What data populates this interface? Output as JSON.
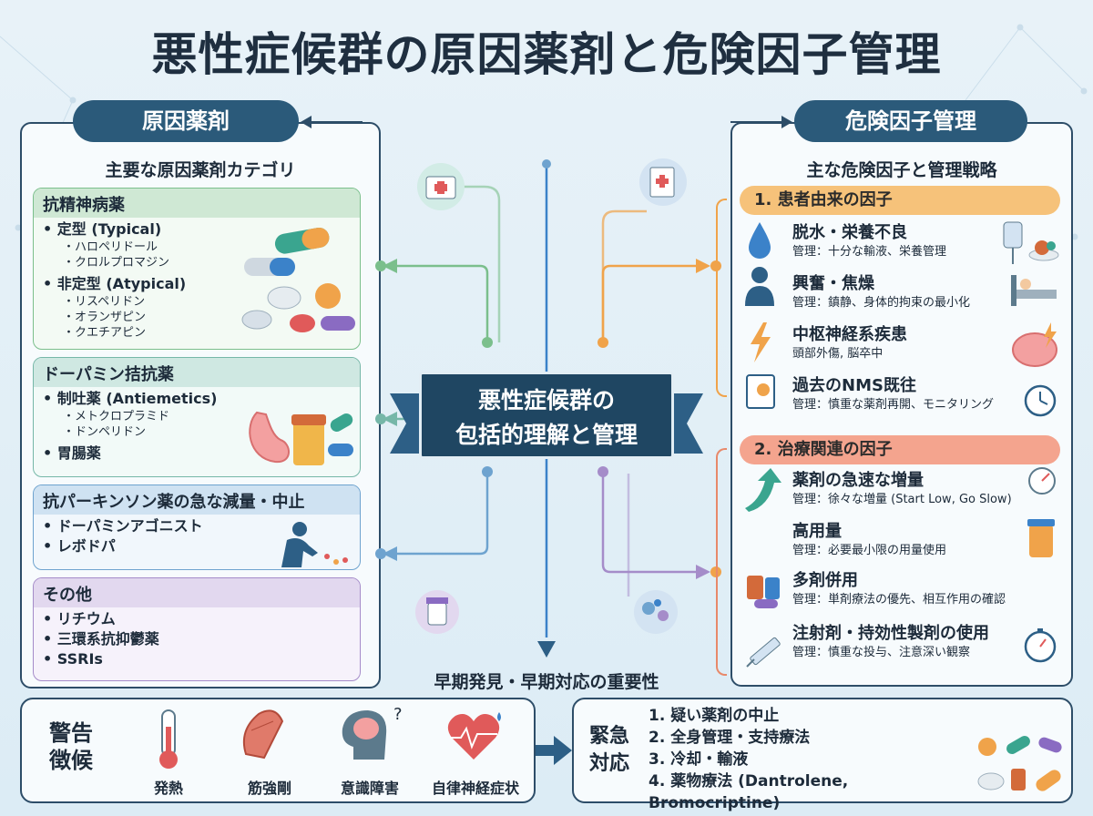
{
  "title": "悪性症候群の原因薬剤と危険因子管理",
  "left": {
    "heading": "原因薬剤",
    "subheading": "主要な原因薬剤カテゴリ",
    "categories": [
      {
        "title": "抗精神病薬",
        "color": "#cfe8d4",
        "border": "#7bbf8c",
        "groups": [
          {
            "label": "定型 (Typical)",
            "drugs": [
              "ハロペリドール",
              "クロルプロマジン"
            ]
          },
          {
            "label": "非定型 (Atypical)",
            "drugs": [
              "リスペリドン",
              "オランザピン",
              "クエチアピン"
            ]
          }
        ]
      },
      {
        "title": "ドーパミン拮抗薬",
        "color": "#cfe8e2",
        "border": "#76b7a8",
        "groups": [
          {
            "label": "制吐薬 (Antiemetics)",
            "drugs": [
              "メトクロプラミド",
              "ドンペリドン"
            ]
          },
          {
            "label": "胃腸薬",
            "drugs": []
          }
        ]
      },
      {
        "title": "抗パーキンソン薬の急な減量・中止",
        "color": "#cfe2f2",
        "border": "#6ea3cf",
        "items": [
          "ドーパミンアゴニスト",
          "レボドパ"
        ]
      },
      {
        "title": "その他",
        "color": "#e2d8ef",
        "border": "#a58cc9",
        "items": [
          "リチウム",
          "三環系抗抑鬱薬",
          "SSRIs"
        ]
      }
    ]
  },
  "center": {
    "ribbon_line1": "悪性症候群の",
    "ribbon_line2": "包括的理解と管理",
    "early_title": "早期発見・早期対応の重要性"
  },
  "right": {
    "heading": "危険因子管理",
    "subheading": "主な危険因子と管理戦略",
    "band1": "1. 患者由来の因子",
    "band2": "2. 治療関連の因子",
    "patient_factors": [
      {
        "name": "脱水・栄養不良",
        "desc": "管理：十分な輸液、栄養管理",
        "icon": "water-drop-icon"
      },
      {
        "name": "興奮・焦燥",
        "desc": "管理：鎮静、身体的拘束の最小化",
        "icon": "person-icon"
      },
      {
        "name": "中枢神経系疾患",
        "desc": "頭部外傷, 脳卒中",
        "icon": "lightning-icon"
      },
      {
        "name": "過去のNMS既往",
        "desc": "管理：慎重な薬剤再開、モニタリング",
        "icon": "notebook-icon"
      }
    ],
    "treatment_factors": [
      {
        "name": "薬剤の急速な増量",
        "desc": "管理：徐々な増量 (Start Low, Go Slow)",
        "icon": "up-arrow-icon"
      },
      {
        "name": "高用量",
        "desc": "管理：必要最小限の用量使用",
        "icon": "pill-bottle-icon"
      },
      {
        "name": "多剤併用",
        "desc": "管理：単剤療法の優先、相互作用の確認",
        "icon": "multiple-drugs-icon"
      },
      {
        "name": "注射剤・持効性製剤の使用",
        "desc": "管理：慎重な投与、注意深い観察",
        "icon": "syringe-icon"
      }
    ]
  },
  "bottom": {
    "warning_label_1": "警告",
    "warning_label_2": "徴候",
    "symptoms": [
      "発熱",
      "筋強剛",
      "意識障害",
      "自律神経症状"
    ],
    "emergency_label_1": "緊急",
    "emergency_label_2": "対応",
    "emergency_steps": [
      "1. 疑い薬剤の中止",
      "2. 全身管理・支持療法",
      "3. 冷却・輸液",
      "4. 薬物療法 (Dantrolene, Bromocriptine)"
    ]
  }
}
